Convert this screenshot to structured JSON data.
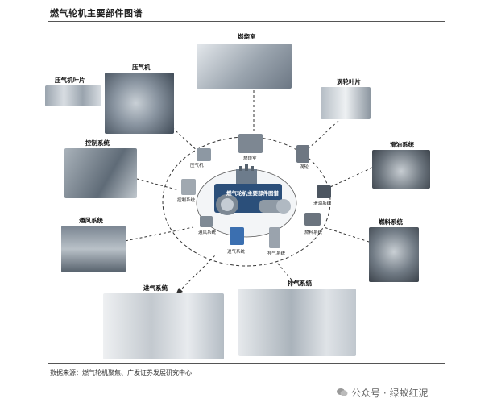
{
  "page": {
    "title": "燃气轮机主要部件图谱",
    "source": "数据来源：燃气轮机聚焦、广发证券发展研究中心",
    "watermark": "公众号 · 绿蚁红泥"
  },
  "center": {
    "label": "燃气轮机主要部件图谱"
  },
  "outer_labels": {
    "compressor_blade": "压气机叶片",
    "compressor": "压气机",
    "combustor": "燃烧室",
    "turbine_blade": "涡轮叶片",
    "control": "控制系统",
    "lube": "滑油系统",
    "ventilation": "通风系统",
    "fuel": "燃料系统",
    "intake": "进气系统",
    "exhaust": "排气系统"
  },
  "inner_labels": {
    "compressor": "压气机",
    "combustor": "燃烧室",
    "turbine": "涡轮",
    "control": "控制系统",
    "lube": "滑油系统",
    "ventilation": "通风系统",
    "fuel": "燃料系统",
    "intake": "进气系统",
    "exhaust": "排气系统"
  },
  "colors": {
    "ring_stroke": "#333333",
    "photo_dark": "#5a6470",
    "photo_mid": "#9aa4ae",
    "photo_light": "#d8dde2",
    "accent_blue": "#3b6fb0"
  },
  "icons": [
    "wechat-icon"
  ]
}
